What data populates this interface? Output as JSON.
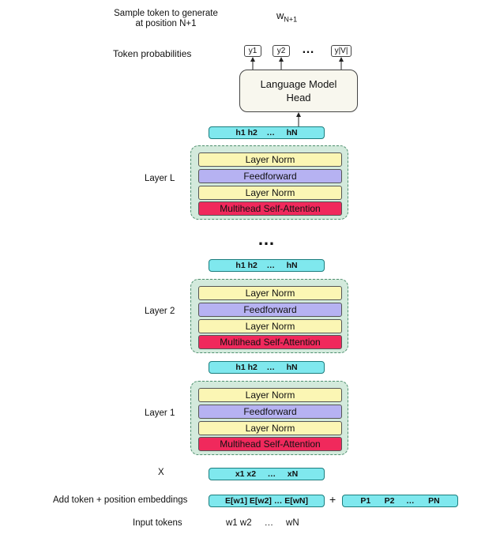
{
  "sample_label_line1": "Sample token to generate",
  "sample_label_line2": "at position N+1",
  "sample_token_main": "w",
  "sample_token_sub": "N+1",
  "token_probabilities_label": "Token probabilities",
  "output_tokens": [
    "y1",
    "y2",
    "y|V|"
  ],
  "output_ellipsis": "…",
  "lm_head_line1": "Language Model",
  "lm_head_line2": "Head",
  "hidden_bar_text": "h1 h2    …     hN",
  "layers": [
    {
      "label": "Layer  L"
    },
    {
      "label": "Layer 2"
    },
    {
      "label": "Layer 1"
    }
  ],
  "sublayers": {
    "layer_norm": "Layer Norm",
    "feedforward": "Feedforward",
    "attention": "Multihead Self-Attention"
  },
  "vertical_ellipsis": "…",
  "x_label": "X",
  "x_bar_text": "x1 x2     …     xN",
  "embeddings_label": "Add token + position embeddings",
  "embedding_bar_text": "E[w1] E[w2] … E[wN]",
  "plus_sign": "+",
  "position_bar_text": "P1      P2     …      PN",
  "input_tokens_label": "Input tokens",
  "input_tokens_text": "w1 w2     …     wN",
  "colors": {
    "hidden_bar": "#7fe8ee",
    "layer_block": "#d3eadc",
    "layer_norm": "#fbf6b4",
    "feedforward": "#b6b2f2",
    "attention": "#f0295c",
    "lm_head": "#f8f7ee"
  }
}
